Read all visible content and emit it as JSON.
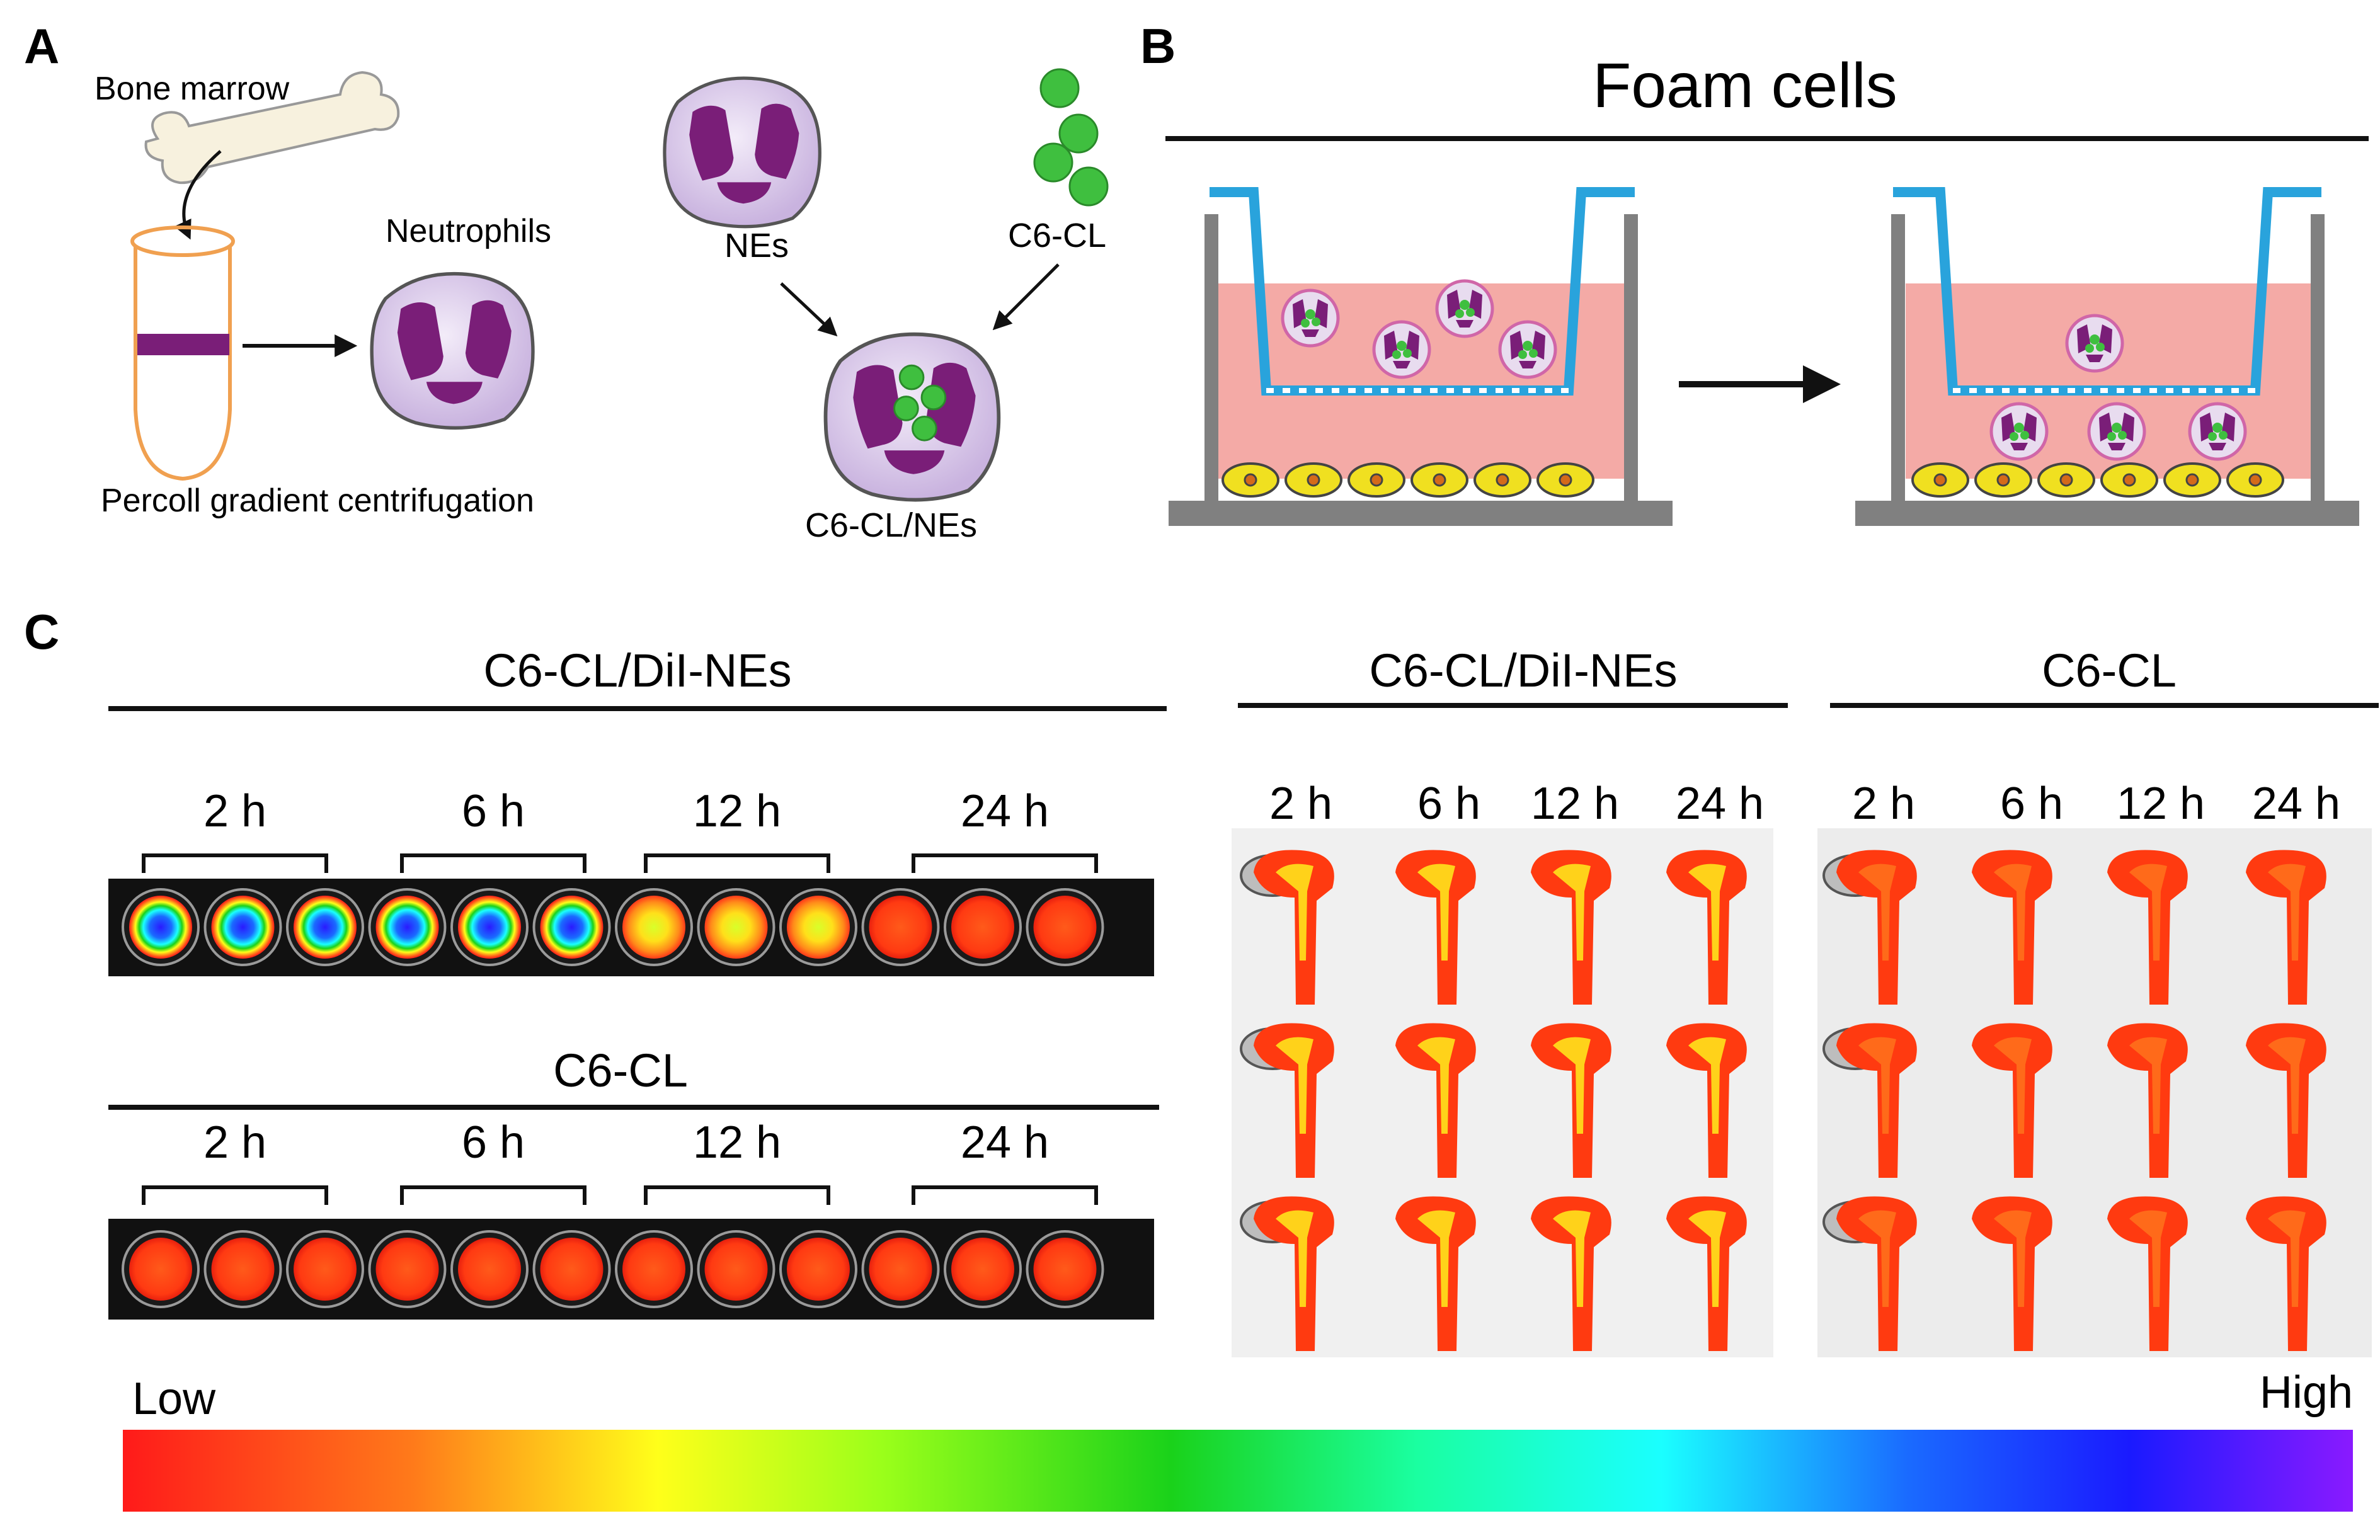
{
  "panel_letters": {
    "a": "A",
    "b": "B",
    "c": "C"
  },
  "panel_a": {
    "bone_marrow": "Bone marrow",
    "neutrophils": "Neutrophils",
    "percoll": "Percoll gradient centrifugation",
    "nes": "NEs",
    "c6cl": "C6-CL",
    "combined": "C6-CL/NEs"
  },
  "panel_b": {
    "title": "Foam cells"
  },
  "panel_c": {
    "top_plate_title": "C6-CL/DiI-NEs",
    "bottom_plate_title": "C6-CL",
    "aorta_title_1": "C6-CL/DiI-NEs",
    "aorta_title_2": "C6-CL",
    "timepoints": [
      "2 h",
      "6 h",
      "12 h",
      "24 h"
    ],
    "top_plate_wells": [
      "blue",
      "blue",
      "blue",
      "blue",
      "blue",
      "blue",
      "yellow",
      "yellow",
      "yellow",
      "red",
      "red",
      "red"
    ],
    "bottom_plate_wells": [
      "red",
      "red",
      "red",
      "red",
      "red",
      "red",
      "red",
      "red",
      "red",
      "red",
      "red",
      "red"
    ],
    "scale_low": "Low",
    "scale_high": "High"
  },
  "colors": {
    "neutrophil_body": "#d9c8ea",
    "neutrophil_nucleus": "#7a1e78",
    "particle": "#3fbf3f",
    "medium": "#f4aaa6",
    "insert": "#29a3dc",
    "well_wall": "#808080",
    "cell_fill": "#f0e020"
  }
}
